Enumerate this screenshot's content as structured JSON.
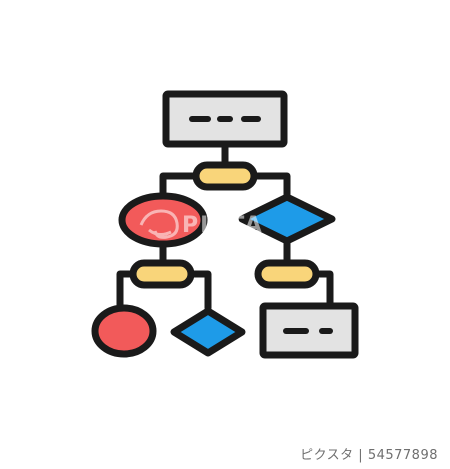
{
  "icon": {
    "name": "flowchart-icon",
    "colors": {
      "outline": "#1a1a1a",
      "process_box": "#e3e3e3",
      "connector_pill": "#f9d57a",
      "ellipse": "#f25a5a",
      "diamond": "#1e9be8",
      "background": "#ffffff"
    }
  },
  "watermark": {
    "text": "PIXTA",
    "logo_shape": "pixta-swirl"
  },
  "footer": {
    "stock_id": "ピクスタ | 54577898"
  }
}
